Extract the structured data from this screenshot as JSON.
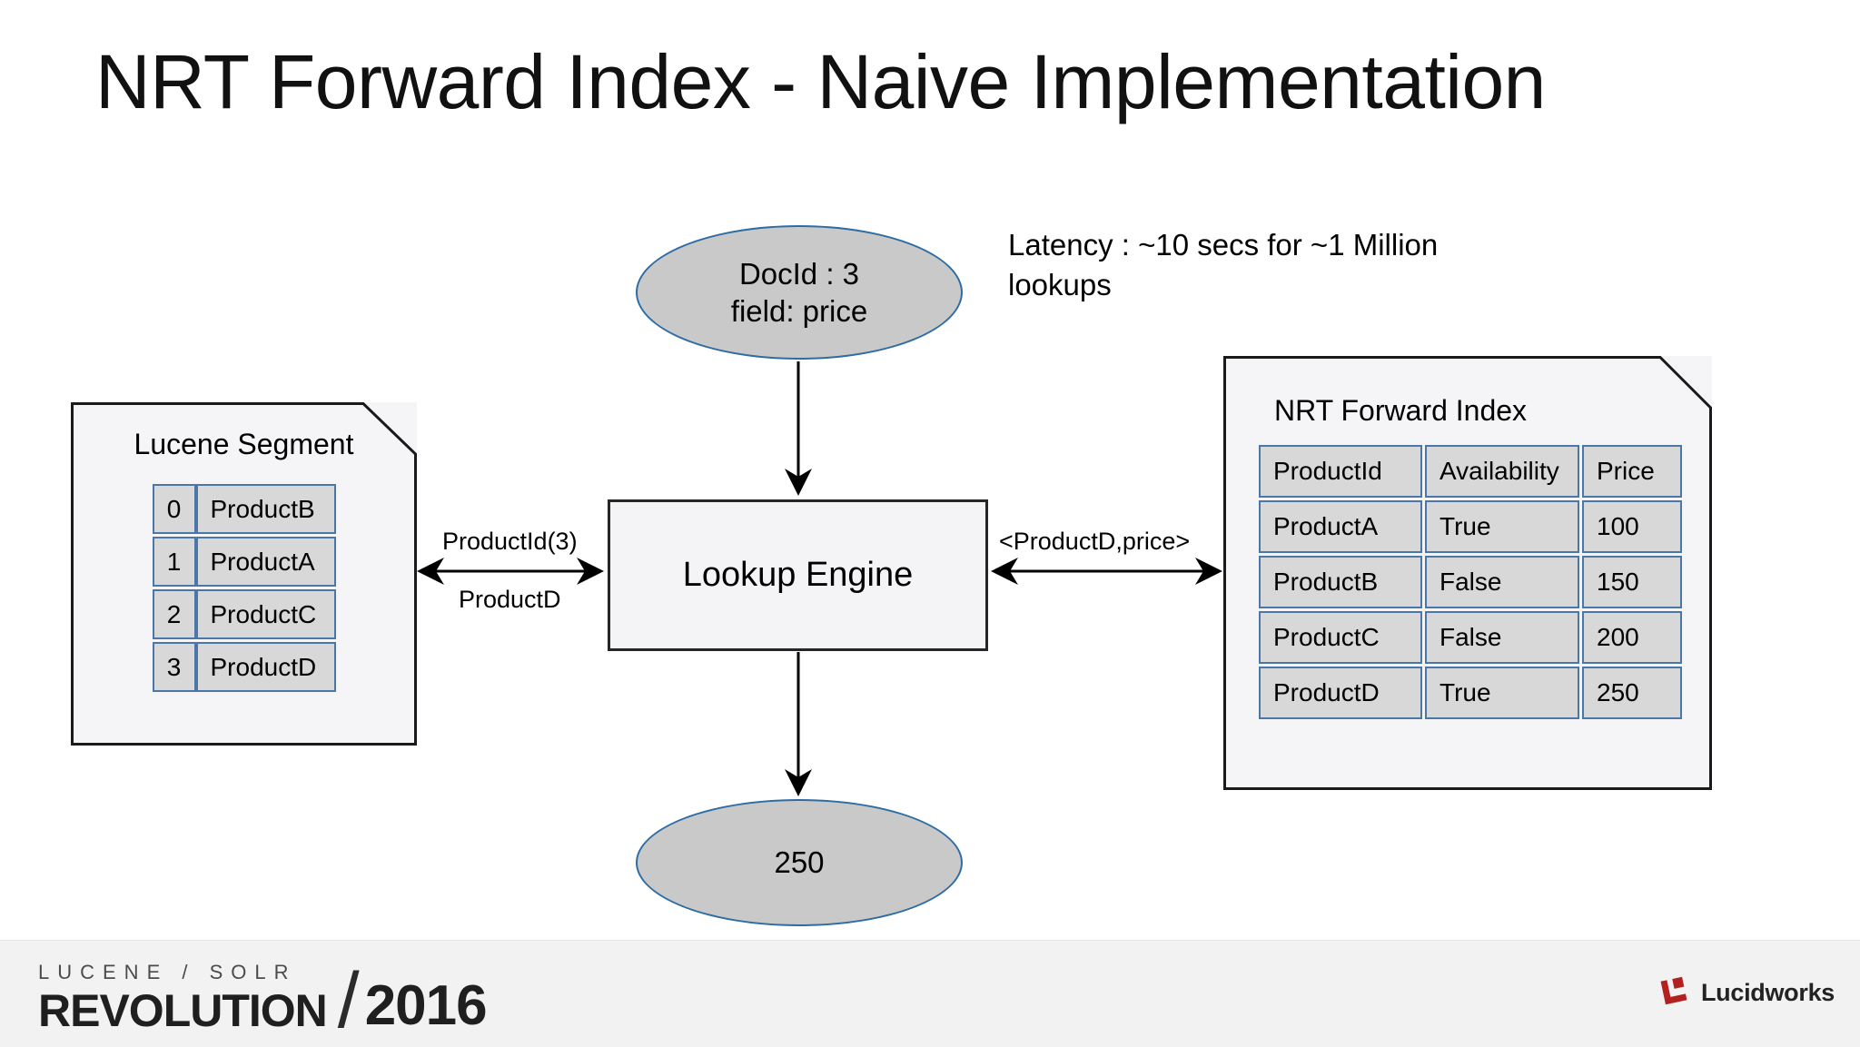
{
  "slide": {
    "title": "NRT Forward Index - Naive Implementation",
    "background_color": "#ffffff"
  },
  "diagram": {
    "input_node": {
      "line1": "DocId : 3",
      "line2": "field: price",
      "fill_color": "#c9c9c9",
      "stroke_color": "#2e6ca4"
    },
    "note": {
      "line1": "Latency :  ~10 secs for ~1 Million",
      "line2": "lookups"
    },
    "process_node": {
      "label": "Lookup Engine",
      "fill_color": "#f4f4f6",
      "stroke_color": "#262626"
    },
    "output_node": {
      "value": "250",
      "fill_color": "#c9c9c9",
      "stroke_color": "#2e6ca4"
    },
    "edge_labels": {
      "left_request": "ProductId(3)",
      "left_response": "ProductD",
      "right_exchange": "<ProductD,price>"
    },
    "lucene_segment": {
      "title": "Lucene Segment",
      "rows": [
        {
          "index": "0",
          "value": "ProductB"
        },
        {
          "index": "1",
          "value": "ProductA"
        },
        {
          "index": "2",
          "value": "ProductC"
        },
        {
          "index": "3",
          "value": "ProductD"
        }
      ]
    },
    "nrt_forward_index": {
      "title": "NRT Forward Index",
      "columns": [
        "ProductId",
        "Availability",
        "Price"
      ],
      "rows": [
        [
          "ProductA",
          "True",
          "100"
        ],
        [
          "ProductB",
          "False",
          "150"
        ],
        [
          "ProductC",
          "False",
          "200"
        ],
        [
          "ProductD",
          "True",
          "250"
        ]
      ]
    },
    "cell_colors": {
      "fill": "#d8d8d8",
      "border": "#4a77a8"
    }
  },
  "footer": {
    "event_kicker": "LUCENE / SOLR",
    "event_name": "REVOLUTION",
    "slash": "/",
    "event_year": "2016",
    "brand": "Lucidworks",
    "brand_mark_color": "#b32020",
    "background_color": "#f2f2f2"
  }
}
